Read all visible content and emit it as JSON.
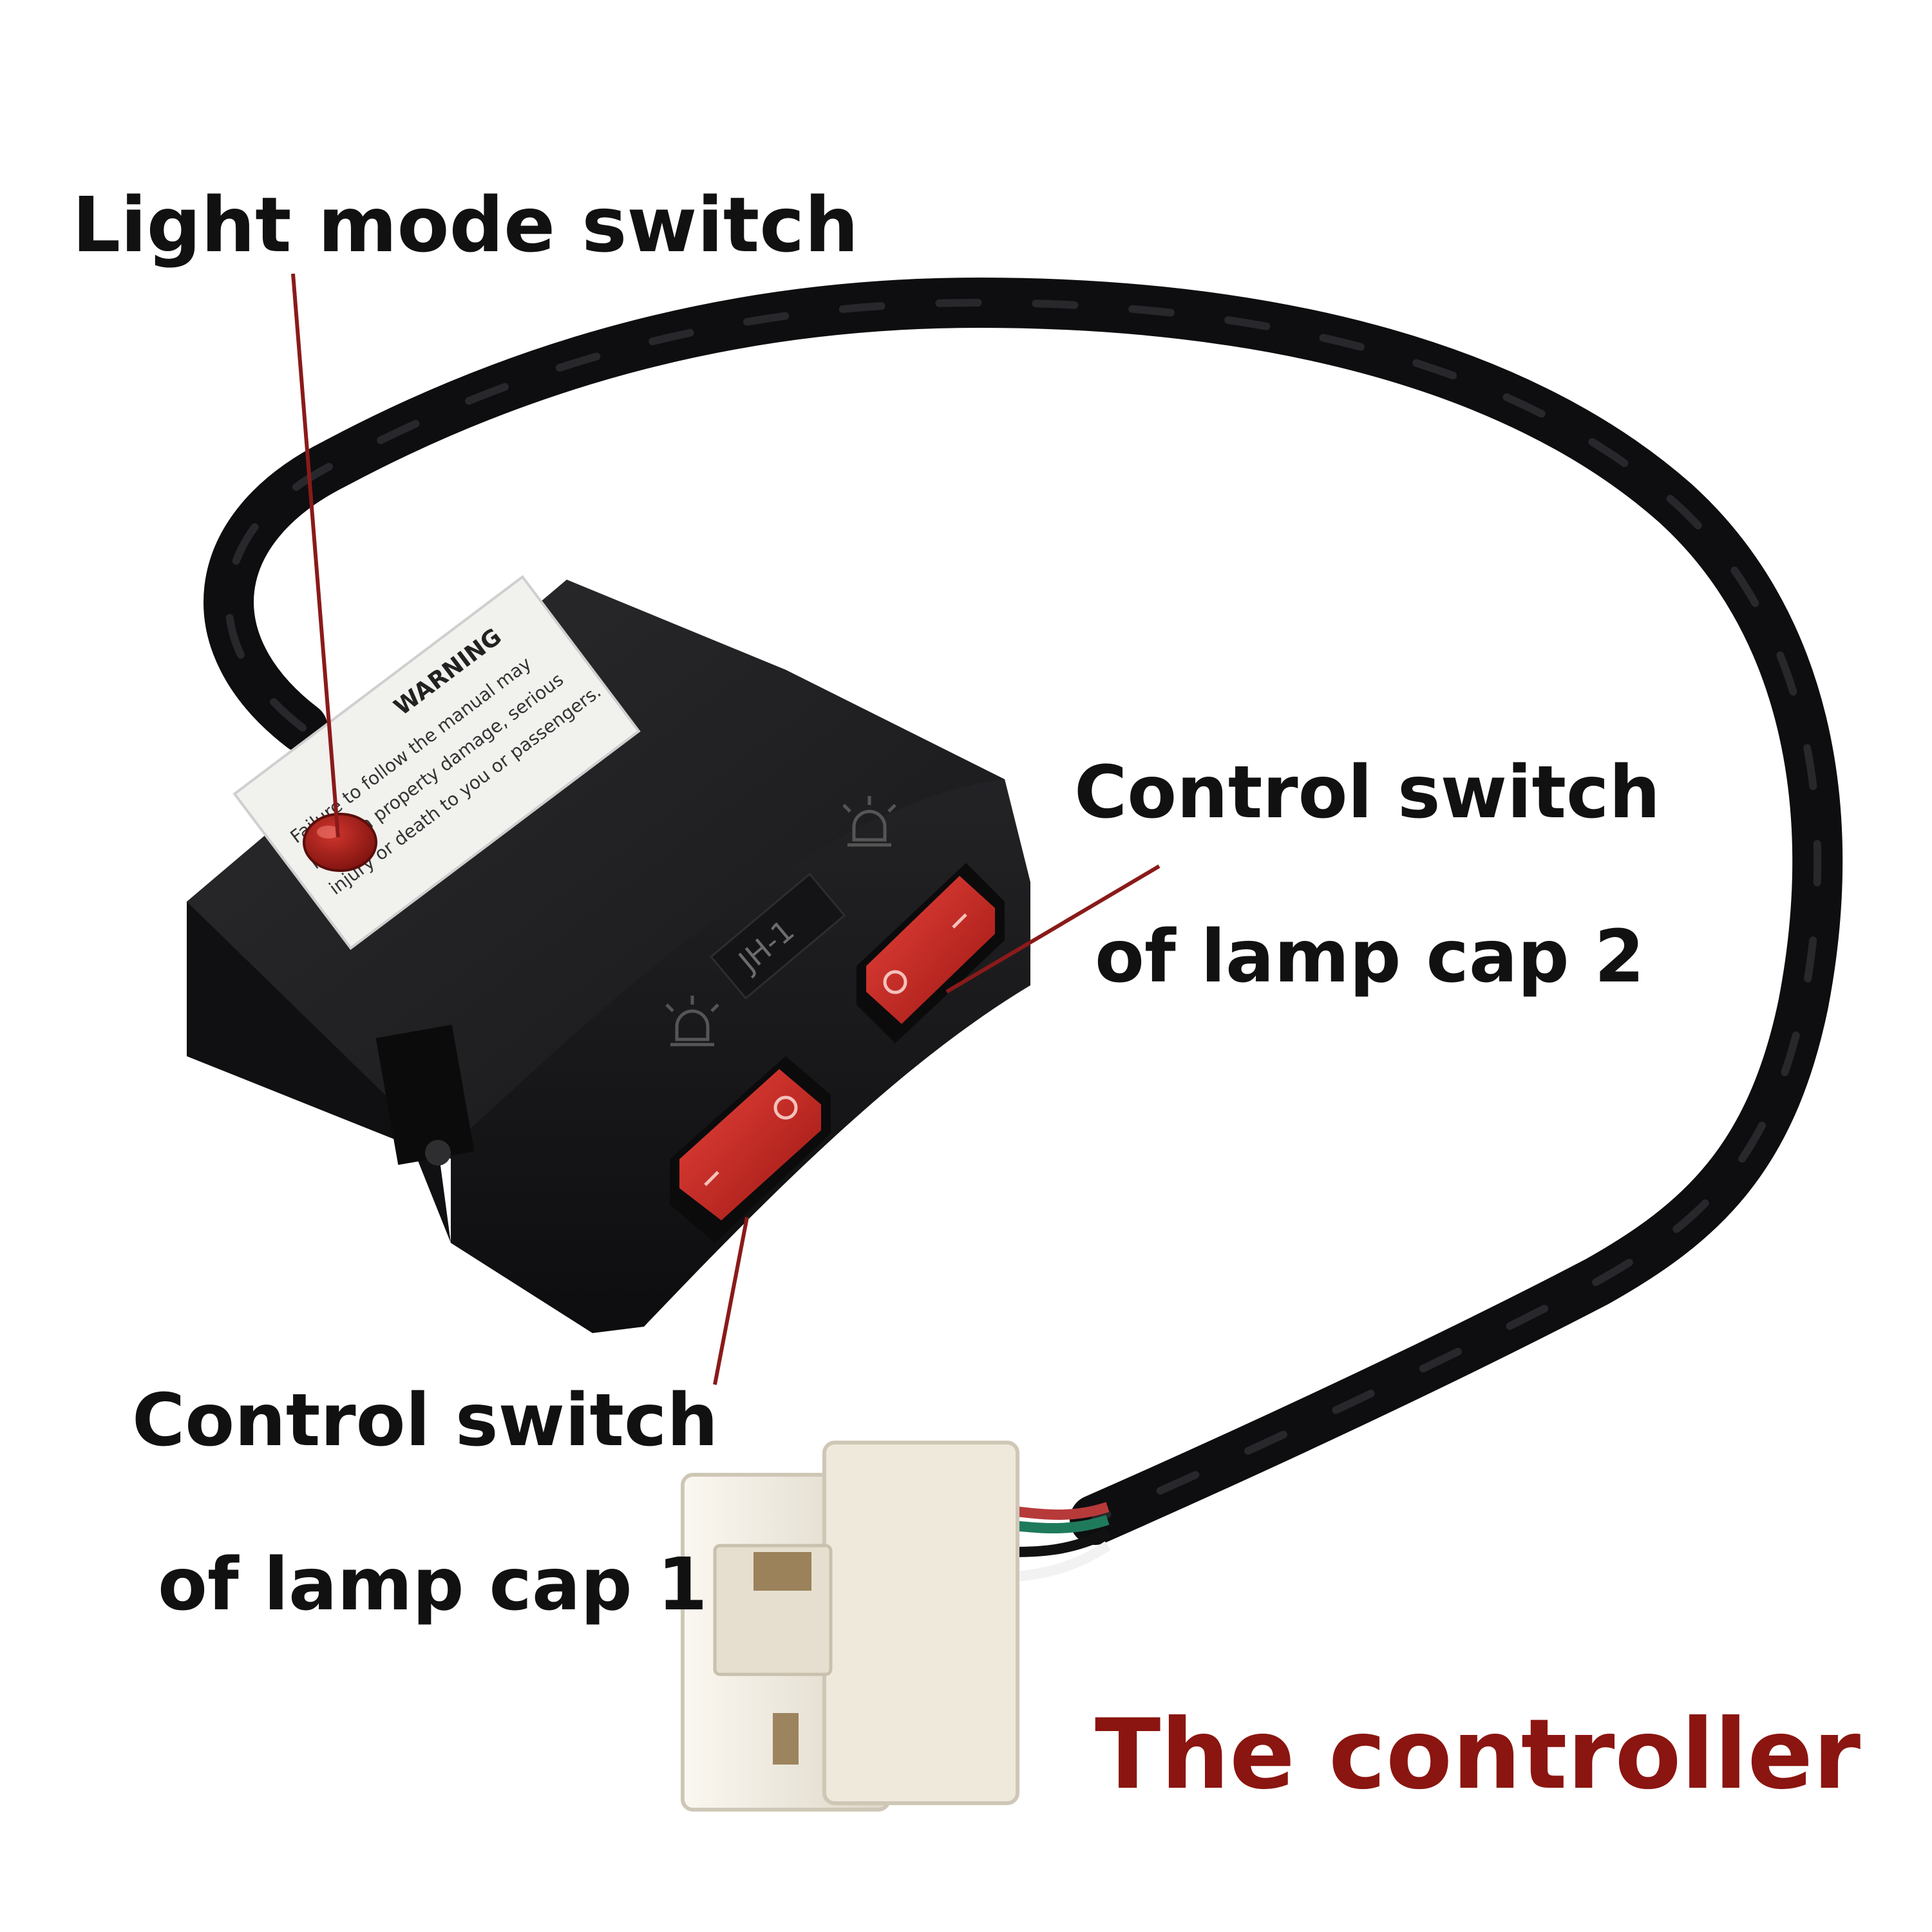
{
  "callouts": {
    "light_mode_switch": "Light mode switch",
    "cap2_line1": "Control switch",
    "cap2_line2": "of lamp cap 2",
    "cap1_line1": "Control switch",
    "cap1_line2": "of lamp cap 1"
  },
  "title": "The controller",
  "label_sticker": {
    "heading": "WARNING",
    "lines": [
      "Failure to follow the manual may",
      "result in property damage, serious",
      "injury or death to you or passengers."
    ]
  },
  "model_plate": "JH-1",
  "colors": {
    "title": "#8b1510",
    "leader_line": "#8a1a1a",
    "housing": "#1b1b1d",
    "switch": "#c0201c",
    "connector": "#f3efe6",
    "cable": "#0e0e10"
  },
  "icons": [
    "lamp-icon",
    "lamp-icon",
    "power-on-symbol",
    "power-off-symbol"
  ]
}
